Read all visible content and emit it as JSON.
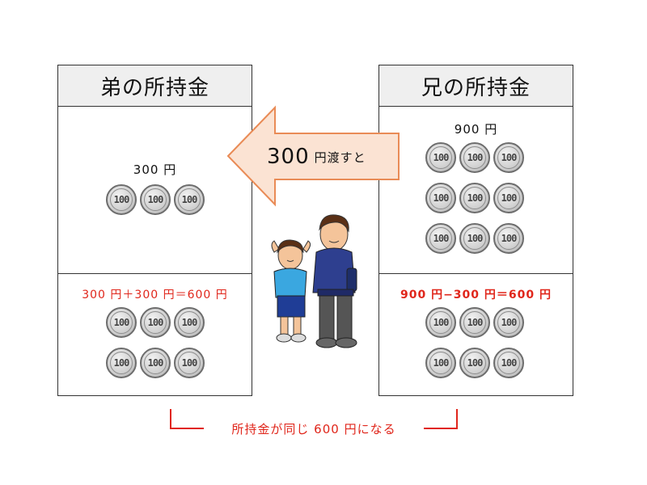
{
  "left_panel": {
    "title": "弟の所持金",
    "before_amount": "300 円",
    "before_coins": 3,
    "after_formula": "300 円＋300 円＝600 円",
    "after_coins": 6
  },
  "right_panel": {
    "title": "兄の所持金",
    "before_amount": "900 円",
    "before_coins": 9,
    "after_formula": "900 円−300 円＝600 円",
    "after_coins": 6
  },
  "transfer_arrow": {
    "amount": "300",
    "unit": "円渡すと"
  },
  "conclusion": "所持金が同じ 600 円になる",
  "coin_label": "100",
  "colors": {
    "accent_red": "#e0261b",
    "arrow_fill": "#fbe3d3",
    "arrow_stroke": "#e98b56"
  },
  "illustration": {
    "icon": "two-brothers-illustration"
  }
}
